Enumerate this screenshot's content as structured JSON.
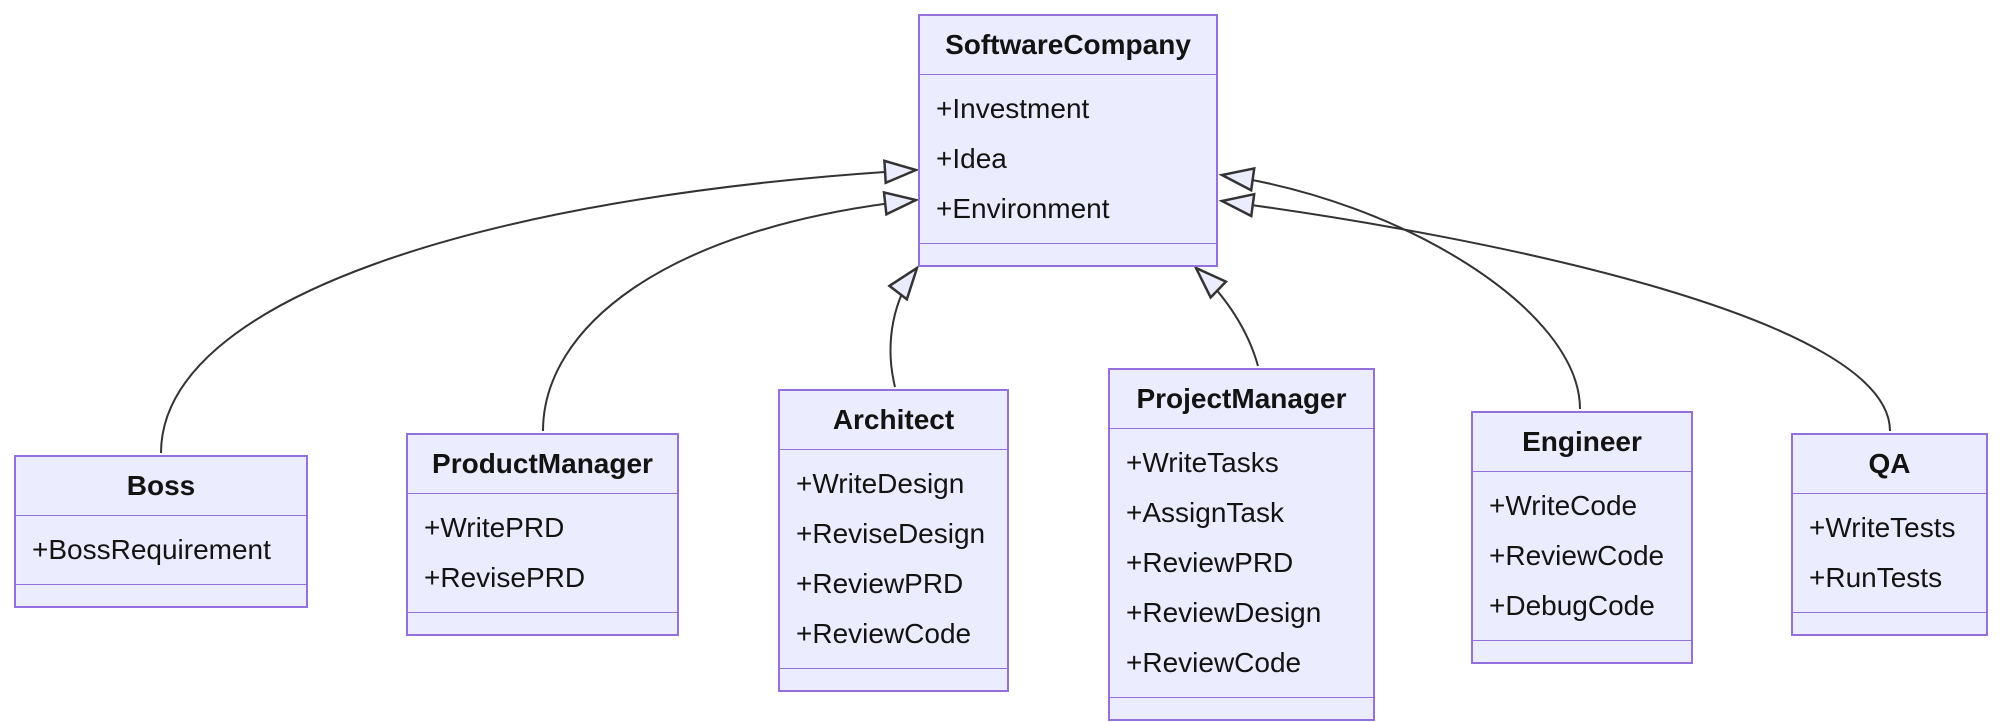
{
  "diagram": {
    "type": "uml-class-diagram",
    "colors": {
      "node_fill": "#ECECFF",
      "node_border": "#9370DB",
      "edge_line": "#333333",
      "text": "#131313",
      "background": "#ffffff"
    },
    "classes": [
      {
        "name": "SoftwareCompany",
        "attributes": [
          "+Investment",
          "+Idea",
          "+Environment"
        ],
        "methods": []
      },
      {
        "name": "Boss",
        "attributes": [
          "+BossRequirement"
        ],
        "methods": []
      },
      {
        "name": "ProductManager",
        "attributes": [
          "+WritePRD",
          "+RevisePRD"
        ],
        "methods": []
      },
      {
        "name": "Architect",
        "attributes": [
          "+WriteDesign",
          "+ReviseDesign",
          "+ReviewPRD",
          "+ReviewCode"
        ],
        "methods": []
      },
      {
        "name": "ProjectManager",
        "attributes": [
          "+WriteTasks",
          "+AssignTask",
          "+ReviewPRD",
          "+ReviewDesign",
          "+ReviewCode"
        ],
        "methods": []
      },
      {
        "name": "Engineer",
        "attributes": [
          "+WriteCode",
          "+ReviewCode",
          "+DebugCode"
        ],
        "methods": []
      },
      {
        "name": "QA",
        "attributes": [
          "+WriteTests",
          "+RunTests"
        ],
        "methods": []
      }
    ],
    "relations": [
      {
        "from": "Boss",
        "to": "SoftwareCompany",
        "type": "inheritance"
      },
      {
        "from": "ProductManager",
        "to": "SoftwareCompany",
        "type": "inheritance"
      },
      {
        "from": "Architect",
        "to": "SoftwareCompany",
        "type": "inheritance"
      },
      {
        "from": "ProjectManager",
        "to": "SoftwareCompany",
        "type": "inheritance"
      },
      {
        "from": "Engineer",
        "to": "SoftwareCompany",
        "type": "inheritance"
      },
      {
        "from": "QA",
        "to": "SoftwareCompany",
        "type": "inheritance"
      }
    ]
  }
}
